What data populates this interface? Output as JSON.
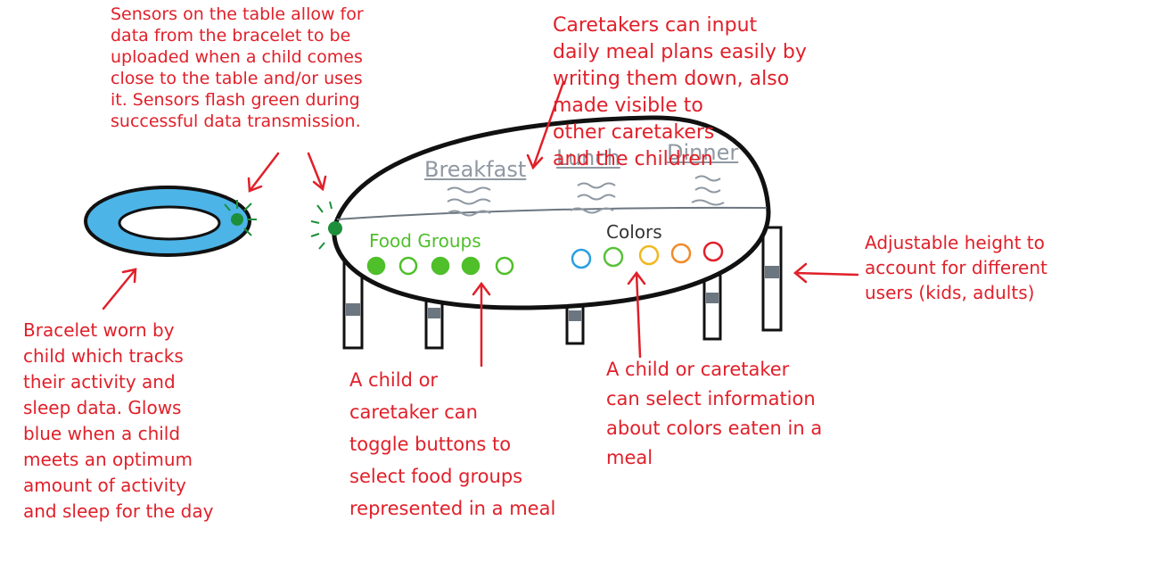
{
  "annotations": {
    "sensors": "Sensors on the table allow for\ndata from the bracelet to be\nuploaded when a child comes\nclose to the table and/or uses\nit. Sensors flash green during\nsuccessful data transmission.",
    "caretakers_input": "Caretakers can input\ndaily meal plans easily by\nwriting them down, also\nmade visible to\nother caretakers\nand the children",
    "adjustable_height": "Adjustable height to\naccount for different\nusers (kids, adults)",
    "bracelet": "Bracelet worn by\nchild which tracks\ntheir activity and\nsleep data. Glows\nblue when a child\nmeets an optimum\namount of activity\nand sleep for the day",
    "food_groups_toggle": "A child or\ncaretaker can\ntoggle buttons to\nselect food groups\nrepresented in a meal",
    "colors_select": "A child or caretaker\ncan select information\nabout colors eaten in a\nmeal"
  },
  "table": {
    "headings": [
      "Breakfast",
      "Lunch",
      "Dinner"
    ],
    "food_groups_label": "Food Groups",
    "colors_label": "Colors",
    "color_buttons": [
      "#2aa0e0",
      "#59c23a",
      "#f0b81e",
      "#f08a2a",
      "#e0202a"
    ],
    "food_group_color": "#4fbf2a"
  },
  "colors": {
    "annotation": "#e0202a",
    "bracelet_fill": "#4db4e8",
    "sensor": "#1d8f3a",
    "table_outline": "#111111",
    "clamp": "#6c7680"
  }
}
